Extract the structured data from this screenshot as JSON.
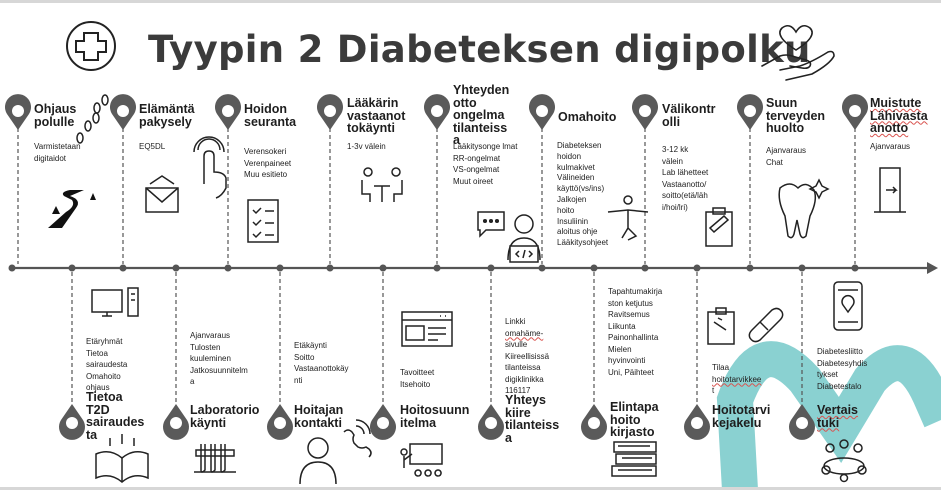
{
  "title": "Tyypin 2 Diabeteksen digipolku",
  "upper_stages": [
    {
      "id": "ohjaus",
      "title": "Ohjaus polulle",
      "items": [
        "Varmistetaan",
        "digitaidot"
      ]
    },
    {
      "id": "elamanta",
      "title": "Elämäntä pakysely",
      "items": [
        "EQ5DL"
      ]
    },
    {
      "id": "hoidon",
      "title": "Hoidon seuranta",
      "items": [
        "Verensokeri",
        "Verenpaineet",
        "Muu esitieto"
      ]
    },
    {
      "id": "laakari",
      "title": "Lääkärin vastaanot tokäynti",
      "items": [
        "1-3v välein"
      ]
    },
    {
      "id": "yhteyden",
      "title": "Yhteyden otto ongelma tilanteiss a",
      "items": [
        "Lääkitysonge lmat",
        "RR-ongelmat",
        "VS-ongelmat",
        "Muut oireet"
      ]
    },
    {
      "id": "omahoito",
      "title": "Omahoito",
      "items": [
        "Diabeteksen",
        "hoidon",
        "kulmakivet",
        "Välineiden",
        "käyttö(vs/ins)",
        "Jalkojen",
        "hoito",
        "Insuliinin",
        "aloitus ohje",
        "Lääkitysohjeet"
      ]
    },
    {
      "id": "valikontrolli",
      "title": "Välikontr olli",
      "items": [
        "3-12 kk",
        "välein",
        "Lab lähetteet",
        "Vastaanotto/",
        "soitto(etä/läh",
        "i/hoi/lri)"
      ]
    },
    {
      "id": "suun",
      "title": "Suun terveyden huolto",
      "items": [
        "Ajanvaraus",
        "Chat"
      ]
    },
    {
      "id": "muistute",
      "title": "Muistute Lähivasta anotto",
      "items": [
        "Ajanvaraus"
      ]
    }
  ],
  "lower_stages": [
    {
      "id": "tietoa",
      "title": "Tietoa T2D sairaudes ta",
      "items": [
        "Etäryhmät",
        "Tietoa",
        "sairaudesta",
        "Omahoito",
        "ohjaus"
      ]
    },
    {
      "id": "laboratorio",
      "title": "Laboratorio käynti",
      "items": [
        "Ajanvaraus",
        "Tulosten",
        "kuuleminen",
        "Jatkosuunnitelm",
        "a"
      ]
    },
    {
      "id": "hoitajan",
      "title": "Hoitajan kontakti",
      "items": [
        "Etäkäynti",
        "Soitto",
        "Vastaanottokäy",
        "nti"
      ]
    },
    {
      "id": "hoitosuunnitelma",
      "title": "Hoitosuunn itelma",
      "items": [
        "Tavoitteet",
        "Itsehoito"
      ]
    },
    {
      "id": "yhteys",
      "title": "Yhteys kiire tilanteiss a",
      "items": [
        "Linkki",
        "omahäme-",
        "sivulle",
        "Kiireellisissä",
        "tilanteissa",
        "digiklinikka",
        "116117"
      ]
    },
    {
      "id": "elintapa",
      "title": "Elintapa hoito kirjasto",
      "items": [
        "Tapahtumakirja",
        "ston ketjutus",
        "Ravitsemus",
        "Liikunta",
        "Painonhallinta",
        "Mielen",
        "hyvinvointi",
        "Uni, Päihteet"
      ]
    },
    {
      "id": "hoitotarvike",
      "title": "Hoitotarvi kejakelu",
      "items": [
        "Tilaa",
        "hoitotarvikkee",
        "t"
      ]
    },
    {
      "id": "vertais",
      "title": "Vertais tuki",
      "items": [
        "Diabetesliitto",
        "Diabetesyhdis",
        "tykset",
        "Diabetestalo"
      ]
    }
  ]
}
